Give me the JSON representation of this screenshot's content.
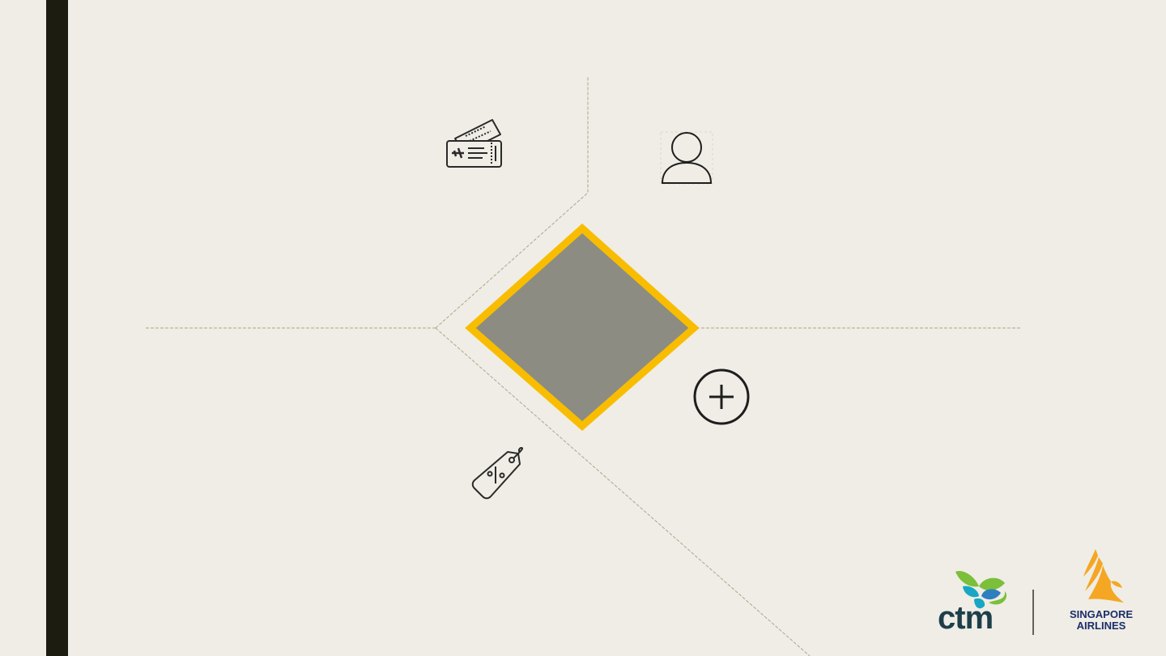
{
  "slide": {
    "background": "#efede5",
    "accent_bar_color": "#1c1c10"
  },
  "diagram": {
    "center_fill": "#8c8c83",
    "center_border": "#f8bd00",
    "line_color": "#a9a98c",
    "icons": [
      {
        "name": "ticket-icon",
        "quadrant": "top-left"
      },
      {
        "name": "person-icon",
        "quadrant": "top-right"
      },
      {
        "name": "discount-tag-icon",
        "quadrant": "bottom-left"
      },
      {
        "name": "plus-circle-icon",
        "quadrant": "bottom-right"
      }
    ]
  },
  "logos": {
    "ctm": {
      "text": "ctm",
      "text_color": "#1d3f4a",
      "mark_colors": [
        "#7bbf3a",
        "#17a7c4",
        "#2f7fbf"
      ]
    },
    "singapore_airlines": {
      "line1": "SINGAPORE",
      "line2": "AIRLINES",
      "text_color": "#1b2d6b",
      "bird_color": "#f5a623"
    }
  }
}
